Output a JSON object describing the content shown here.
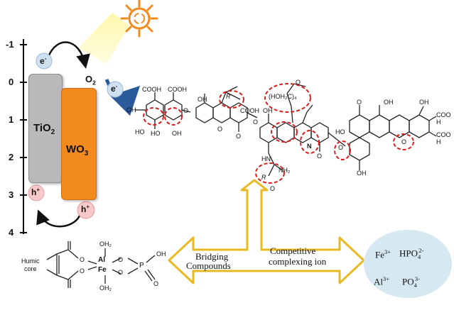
{
  "axis": {
    "ticks": [
      "-1",
      "0",
      "1",
      "2",
      "3",
      "4"
    ]
  },
  "bands": {
    "tio2": {
      "name": "TiO",
      "sub": "2",
      "color": "#b9b9b9"
    },
    "wo3": {
      "name": "WO",
      "sub": "3",
      "color": "#f28a1e"
    }
  },
  "species": {
    "electron_top": {
      "base": "e",
      "sup": "-"
    },
    "electron_right": {
      "base": "e",
      "sup": "-"
    },
    "oxygen": {
      "base": "O",
      "sub": "2"
    },
    "hole_left": {
      "base": "h",
      "sup": "+"
    },
    "hole_right": {
      "base": "h",
      "sup": "+"
    }
  },
  "molecule": {
    "groups": [
      "COOH",
      "COOH",
      "R",
      "COOH",
      "(HOH₂C)₄",
      "O",
      "OH",
      "O",
      "OH",
      "HO",
      "HO",
      "OH",
      "O",
      "O",
      "O",
      "OH",
      "HN",
      "N",
      "NH₂",
      "R",
      "O",
      "O",
      "O",
      "OH",
      "OH",
      "O",
      "O",
      "COO",
      "H",
      "COO",
      "H",
      "OH",
      "HO"
    ]
  },
  "arrow_labels": {
    "bridging": [
      "Bridging",
      "Compounds"
    ],
    "competitive": [
      "Competitive",
      "complexing ion"
    ]
  },
  "complex": {
    "humic": [
      "Humic",
      "core"
    ],
    "atoms": [
      "Al",
      "Fe",
      "OH₂",
      "OH₂",
      "O",
      "O",
      "O",
      "O",
      "P",
      "OH",
      "O"
    ]
  },
  "ions": {
    "fe": {
      "base": "Fe",
      "sup": "3+"
    },
    "hpo4": {
      "base": "HPO",
      "sub": "4",
      "sup": "2-"
    },
    "al": {
      "base": "Al",
      "sup": "3+"
    },
    "po4": {
      "base": "PO",
      "sub": "4",
      "sup": "3-"
    }
  },
  "colors": {
    "orange": "#f28a1e",
    "grey": "#b9b9b9",
    "yellow_arrow": "#e8b923",
    "dashed_red": "#d81e1e",
    "ion_bubble": "#d6e9f2",
    "electron_bubble": "#cfe0f0",
    "hole_bubble": "#f7c9c9"
  }
}
